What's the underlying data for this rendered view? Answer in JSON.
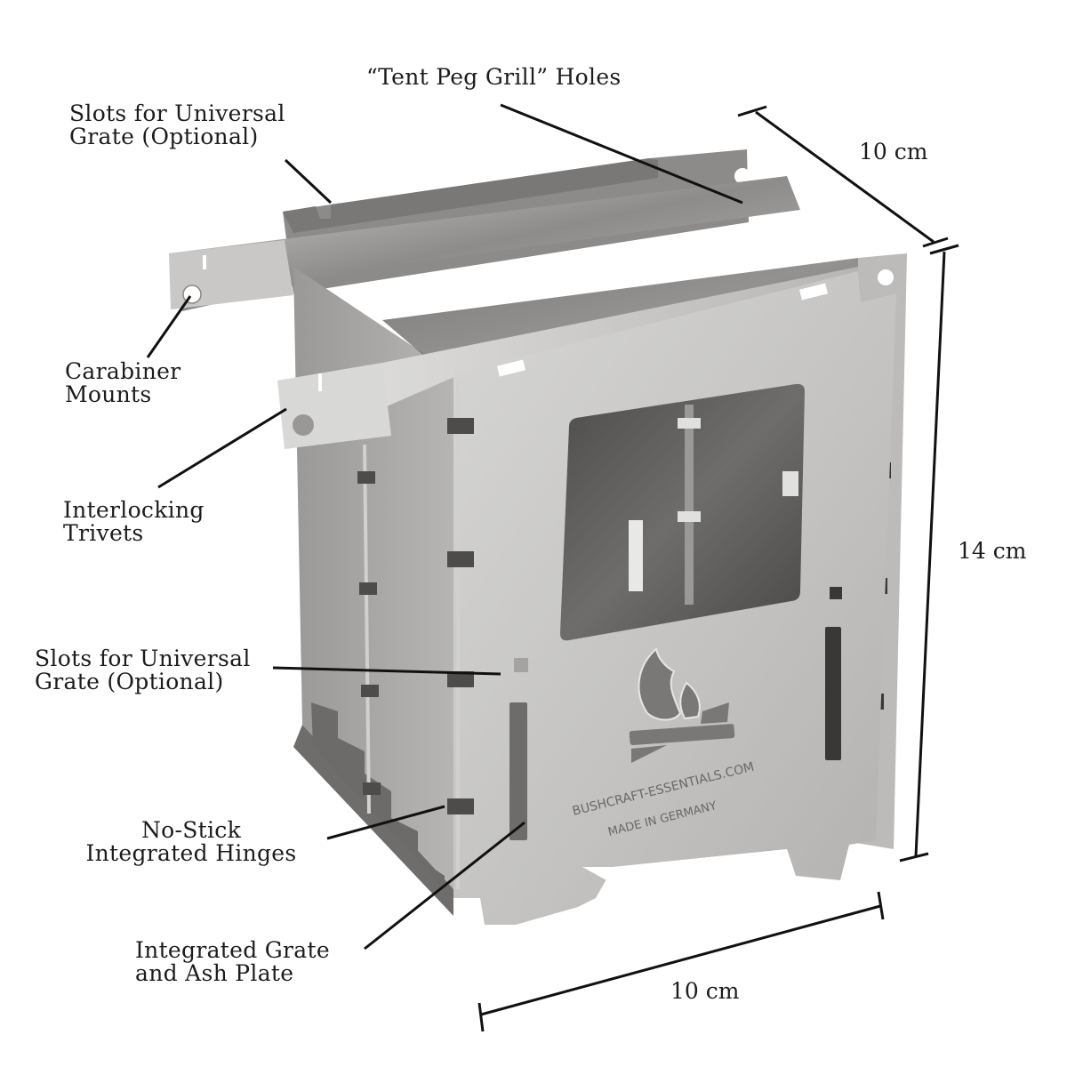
{
  "diagram": {
    "subject": "Folding stainless steel wood-burning stove",
    "background": "#ffffff",
    "colors": {
      "steel_light": "#cfcfcd",
      "steel_mid": "#a9a7a5",
      "steel_dark": "#7d7b79",
      "interior": "#5a5856",
      "line": "#111111"
    },
    "callouts": [
      {
        "id": "tent-peg-holes",
        "lines": [
          "“Tent Peg Grill” Holes"
        ]
      },
      {
        "id": "slots-top",
        "lines": [
          "Slots for Universal",
          "Grate (Optional)"
        ]
      },
      {
        "id": "carabiner",
        "lines": [
          "Carabiner",
          "Mounts"
        ]
      },
      {
        "id": "trivets",
        "lines": [
          "Interlocking",
          "Trivets"
        ]
      },
      {
        "id": "slots-side",
        "lines": [
          "Slots for Universal",
          "Grate (Optional)"
        ]
      },
      {
        "id": "hinges",
        "lines": [
          "No-Stick",
          "Integrated Hinges"
        ]
      },
      {
        "id": "grate",
        "lines": [
          "Integrated Grate",
          "and Ash Plate"
        ]
      }
    ],
    "dimensions": {
      "depth": "10 cm",
      "height": "14 cm",
      "width": "10 cm"
    },
    "engraving": {
      "brand": "BUSHCRAFT-ESSENTIALS.COM",
      "origin": "MADE IN GERMANY",
      "logo_icon": "campfire-flame-icon"
    }
  }
}
